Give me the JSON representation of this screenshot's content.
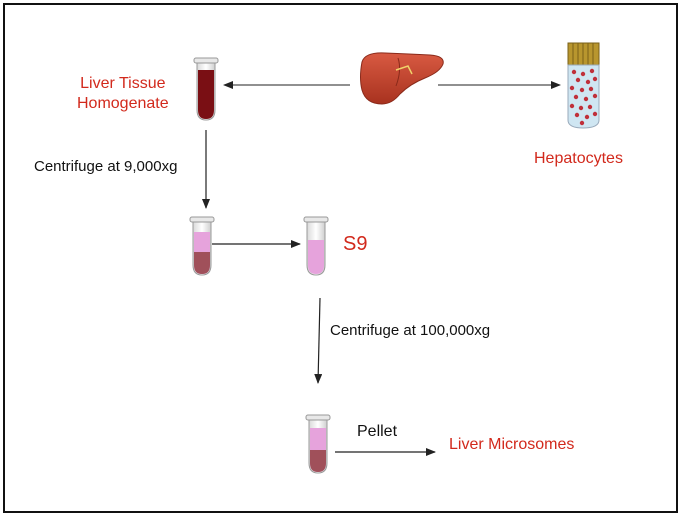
{
  "labels": {
    "liver_tissue_line1": "Liver Tissue",
    "liver_tissue_line2": "Homogenate",
    "hepatocytes": "Hepatocytes",
    "centrifuge_1": "Centrifuge at 9,000xg",
    "s9": "S9",
    "centrifuge_2": "Centrifuge at 100,000xg",
    "pellet": "Pellet",
    "liver_microsomes": "Liver Microsomes"
  },
  "colors": {
    "label_red": "#d2291c",
    "text_black": "#111111",
    "homogenate_fill": "#7a0f14",
    "tube_pink": "#e6a3dc",
    "sediment": "#a0505a",
    "liver": "#c6412f"
  },
  "icons": [
    "liver-organ-icon",
    "homogenate-tube-icon",
    "hepatocyte-vial-icon",
    "centrifuged-tube-icon",
    "s9-tube-icon",
    "pellet-tube-icon"
  ]
}
